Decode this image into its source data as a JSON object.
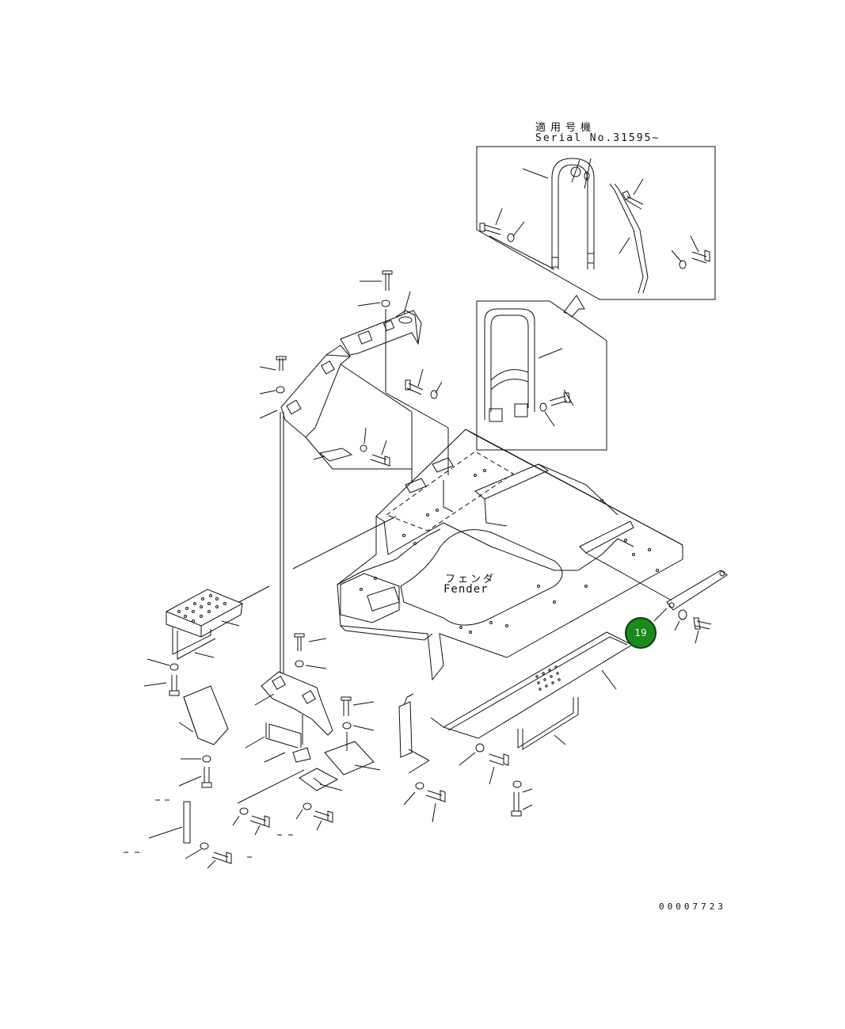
{
  "annotations": {
    "serial_title_ja": "適用号機",
    "serial_title_en": "Serial No.31595~",
    "fender_ja": "フェンダ",
    "fender_en": "Fender",
    "drawing_number": "00007723"
  },
  "callout": {
    "label": "19",
    "fill_color": "#1a8a1a"
  },
  "colors": {
    "line": "#111111",
    "background": "#ffffff"
  }
}
